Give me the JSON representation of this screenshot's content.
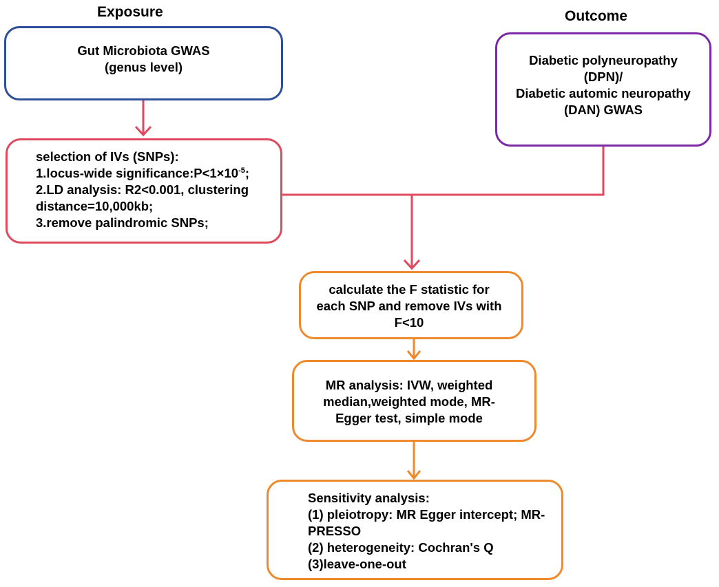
{
  "headers": {
    "exposure": "Exposure",
    "outcome": "Outcome"
  },
  "colors": {
    "blue": "#2e4f9a",
    "purple": "#7a2aa6",
    "red": "#e04a5e",
    "orange": "#ee8a2c"
  },
  "boxes": {
    "gwas": {
      "line1": "Gut Microbiota GWAS",
      "line2": "(genus level)"
    },
    "outcome": {
      "line1": "Diabetic polyneuropathy",
      "line2": "(DPN)/",
      "line3": "Diabetic automic neuropathy",
      "line4": "(DAN) GWAS"
    },
    "selection": {
      "title": "selection of IVs (SNPs):",
      "item1_prefix": "1.locus-wide significance:P<1×10",
      "item1_exp": "-5",
      "item1_suffix": ";",
      "item2_line1": "2.LD analysis: R2<0.001, clustering",
      "item2_line2": "distance=10,000kb;",
      "item3": "3.remove palindromic SNPs;"
    },
    "fstat": {
      "line1": "calculate the  F statistic for",
      "line2": "each SNP  and remove IVs with",
      "line3": "F<10"
    },
    "mr": {
      "line1": "MR analysis: IVW,  weighted",
      "line2": "median,weighted mode, MR-",
      "line3": "Egger test, simple mode"
    },
    "sensitivity": {
      "line1": "Sensitivity analysis:",
      "line2": "(1) pleiotropy: MR Egger intercept; MR-",
      "line3": "PRESSO",
      "line4": "(2) heterogeneity: Cochran's Q",
      "line5": "(3)leave-one-out"
    }
  }
}
